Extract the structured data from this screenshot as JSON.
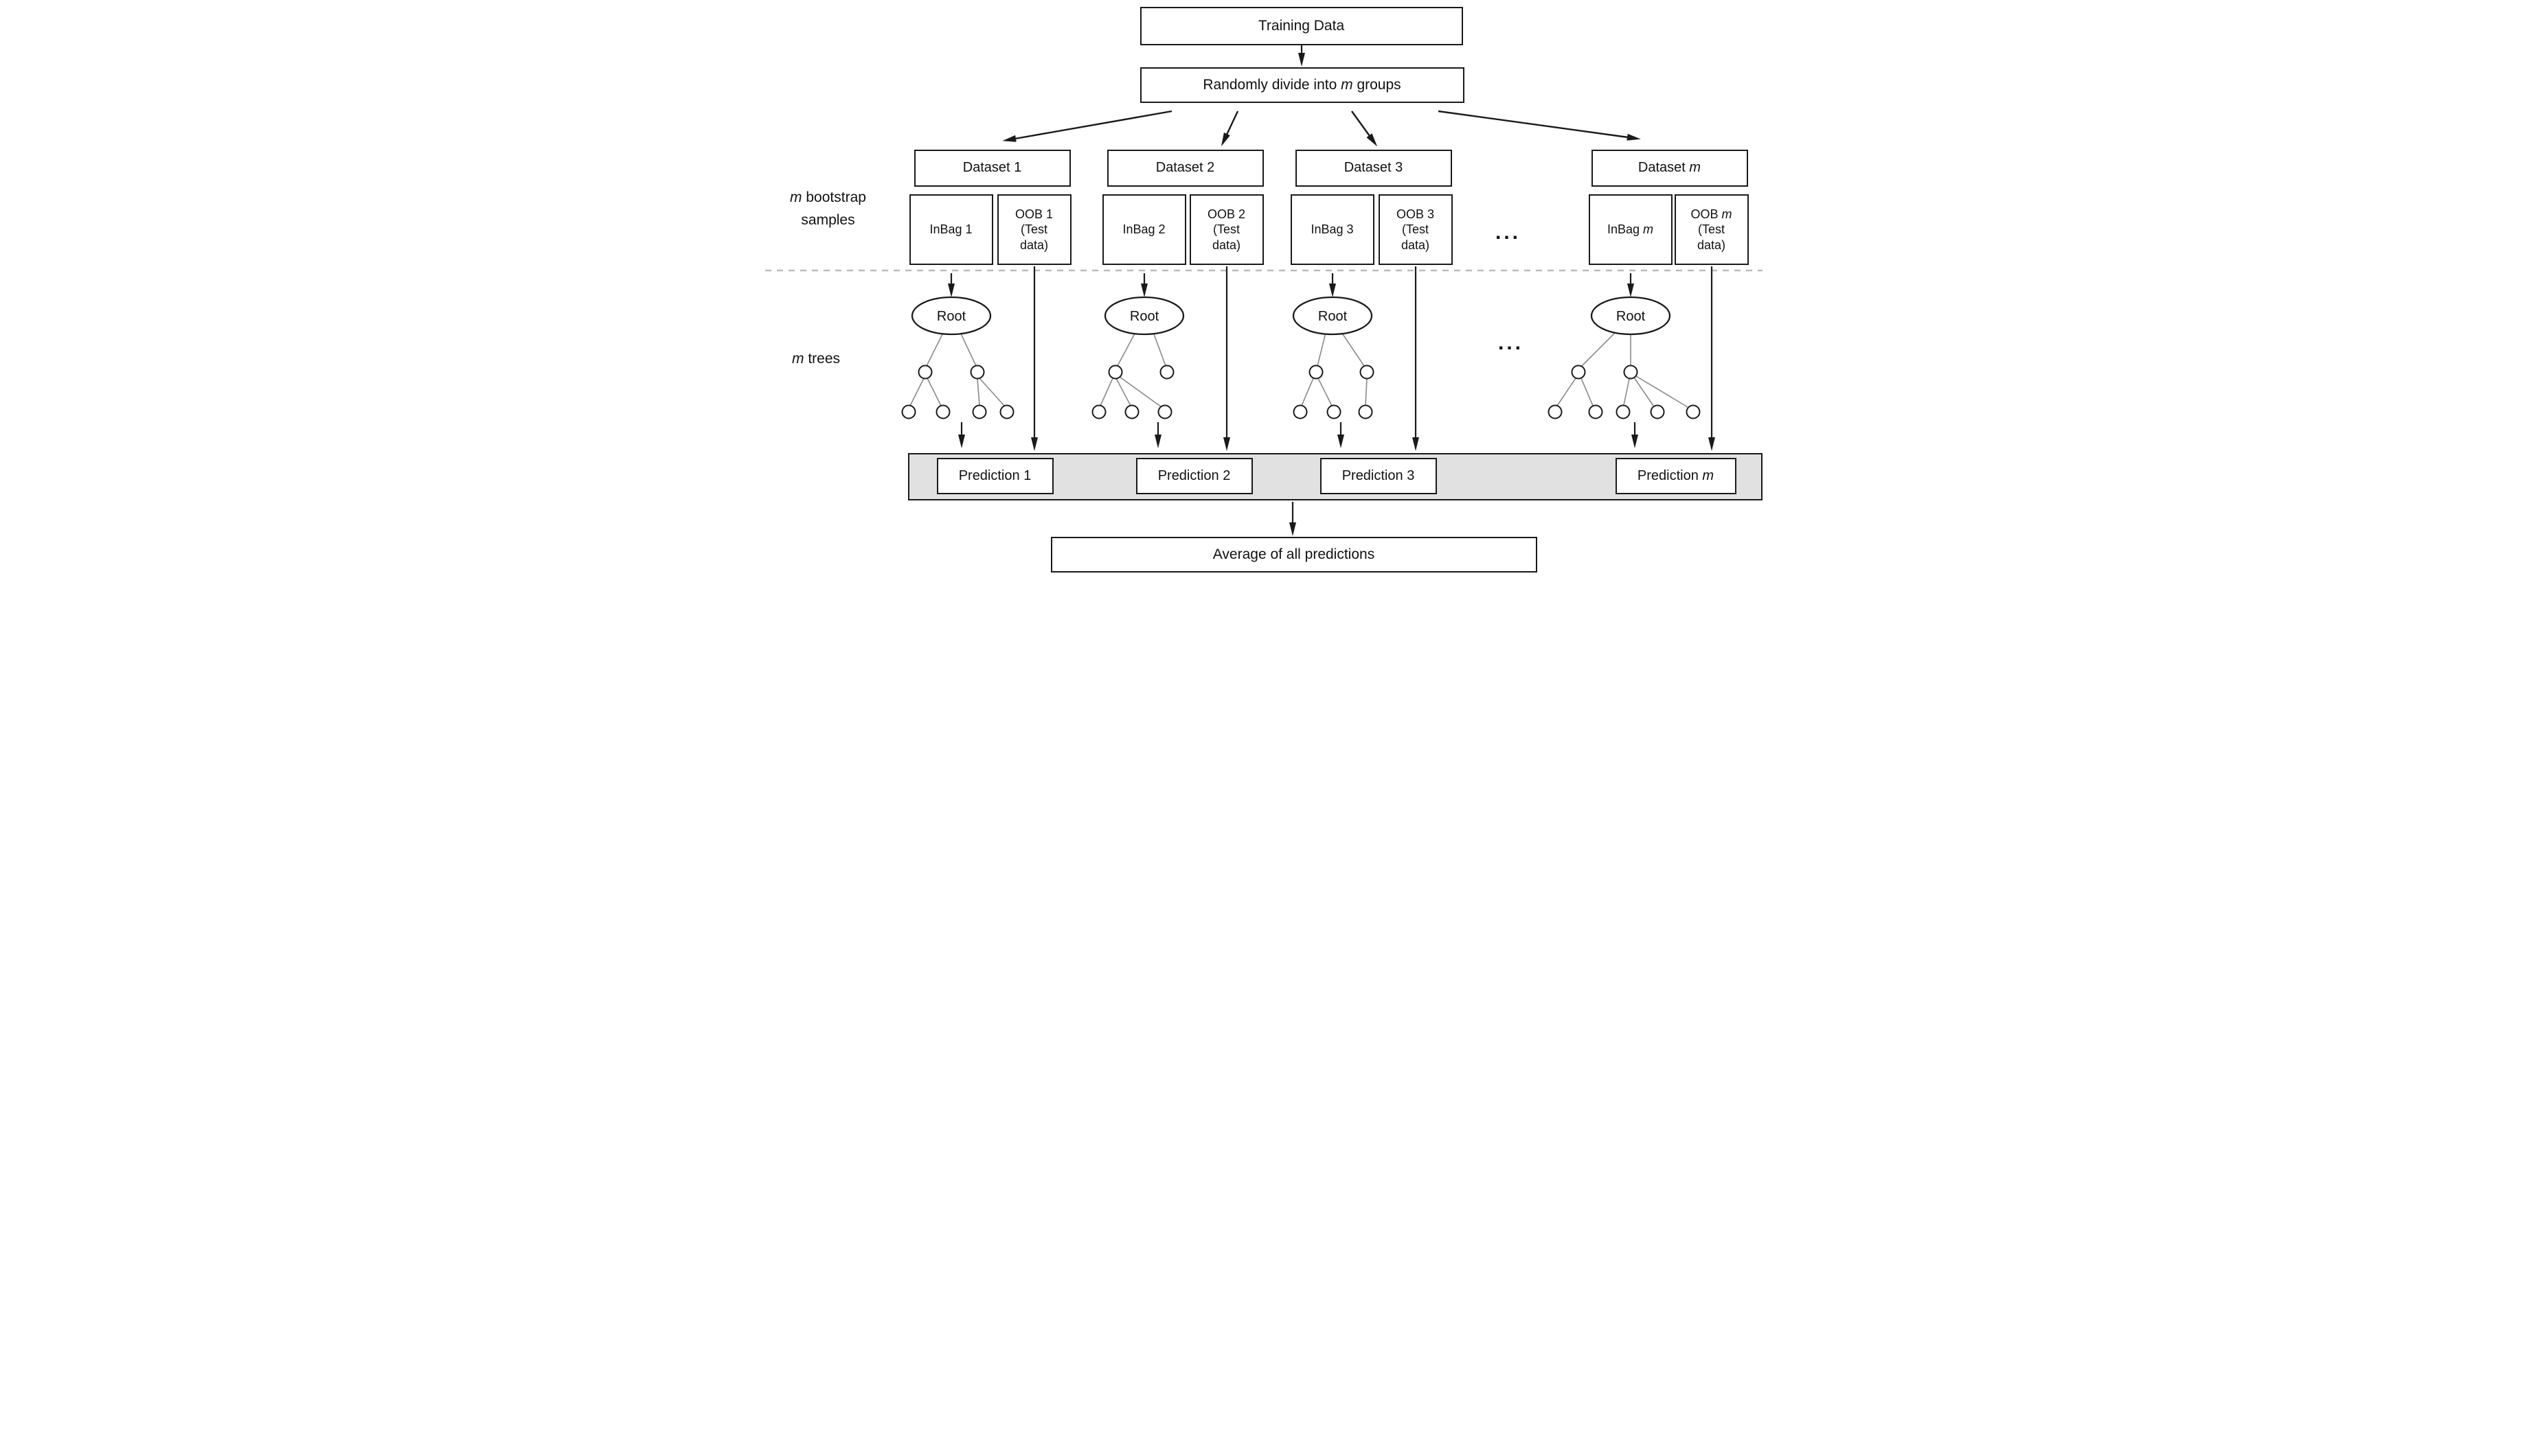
{
  "nodes": {
    "training": "Training Data",
    "divide": {
      "pre": "Randomly divide into ",
      "em": "m",
      "post": " groups"
    },
    "average": "Average of all predictions",
    "root": "Root",
    "ellipsis": "..."
  },
  "side_labels": {
    "bootstrap": {
      "em": "m",
      "post": " bootstrap",
      "line2": "samples"
    },
    "trees": {
      "em": "m",
      "post": " trees"
    }
  },
  "columns": [
    {
      "dataset_pre": "Dataset ",
      "dataset_suffix": "1",
      "suffix_class": "up",
      "inbag_pre": "InBag ",
      "inbag_suffix": "1",
      "oob_pre": "OOB ",
      "oob_suffix": "1",
      "oob_line2": "(Test",
      "oob_line3": "data)",
      "prediction_pre": "Prediction ",
      "prediction_suffix": "1"
    },
    {
      "dataset_pre": "Dataset ",
      "dataset_suffix": "2",
      "suffix_class": "up",
      "inbag_pre": "InBag ",
      "inbag_suffix": "2",
      "oob_pre": "OOB ",
      "oob_suffix": "2",
      "oob_line2": "(Test",
      "oob_line3": "data)",
      "prediction_pre": "Prediction ",
      "prediction_suffix": "2"
    },
    {
      "dataset_pre": "Dataset ",
      "dataset_suffix": "3",
      "suffix_class": "up",
      "inbag_pre": "InBag ",
      "inbag_suffix": "3",
      "oob_pre": "OOB ",
      "oob_suffix": "3",
      "oob_line2": "(Test",
      "oob_line3": "data)",
      "prediction_pre": "Prediction ",
      "prediction_suffix": "3"
    },
    {
      "dataset_pre": "Dataset ",
      "dataset_suffix": "m",
      "suffix_class": "it",
      "inbag_pre": "InBag ",
      "inbag_suffix": "m",
      "oob_pre": "OOB ",
      "oob_suffix": "m",
      "oob_line2": "(Test",
      "oob_line3": "data)",
      "prediction_pre": "Prediction ",
      "prediction_suffix": "m"
    }
  ],
  "colors": {
    "band_bg": "#e1e1e1",
    "border": "#1a1a1a",
    "tree_edge": "#8a8a8a",
    "dashed_divider": "#bbbbbb"
  }
}
